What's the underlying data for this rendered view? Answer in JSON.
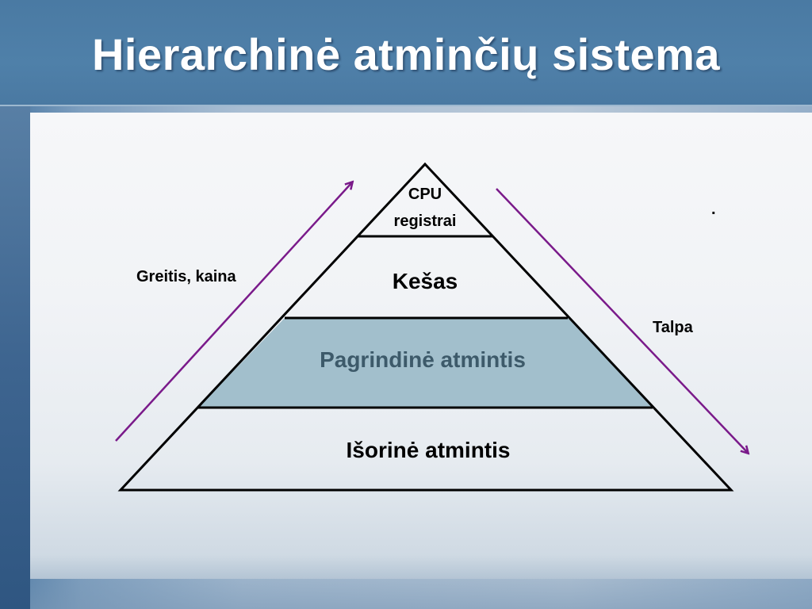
{
  "slide": {
    "title": "Hierarchinė atminčių sistema"
  },
  "pyramid": {
    "levels": [
      {
        "lines": [
          "CPU",
          "registrai"
        ]
      },
      {
        "label": "Kešas"
      },
      {
        "label": "Pagrindinė atmintis",
        "highlight_color": "#a2bfcc",
        "text_color": "#3d5a6a"
      },
      {
        "label": "Išorinė atmintis"
      }
    ]
  },
  "arrows": {
    "left_label": "Greitis, kaina",
    "right_label": "Talpa",
    "color": "#7a1a8a"
  },
  "marks": {
    "dot": "."
  },
  "colors": {
    "title_bar": "#4f80a9",
    "title_text": "#ffffff",
    "outline": "#000000"
  }
}
